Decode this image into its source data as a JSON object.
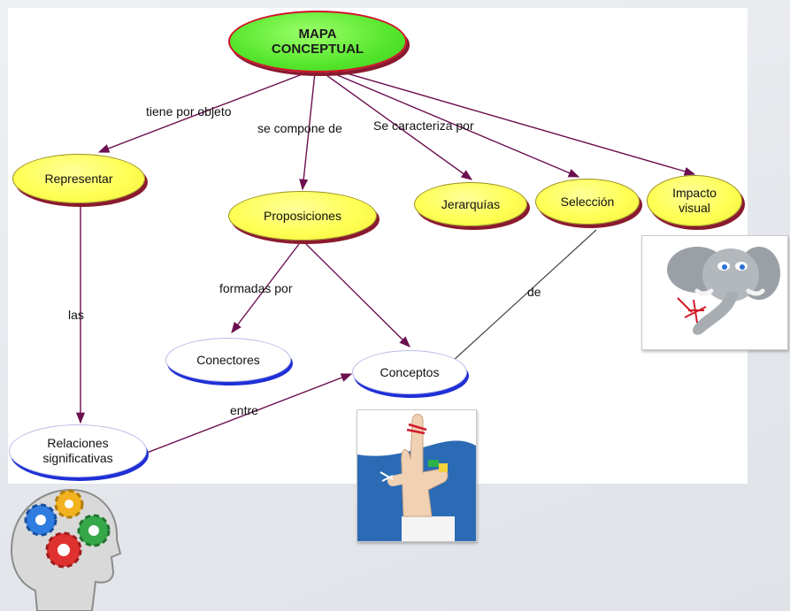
{
  "nodes": {
    "root": "MAPA CONCEPTUAL",
    "representar": "Representar",
    "proposiciones": "Proposiciones",
    "jerarquias": "Jerarquías",
    "seleccion": "Selección",
    "impacto": "Impacto visual",
    "conectores": "Conectores",
    "conceptos": "Conceptos",
    "relaciones": "Relaciones significativas"
  },
  "edge_labels": {
    "tiene": "tiene por objeto",
    "compone": "se compone de",
    "caracteriza": "Se caracteriza por",
    "formadas": "formadas por",
    "de": "de",
    "las": "las",
    "entre": "entre"
  },
  "colors": {
    "yellow_node": "#ffff55",
    "root_node": "#55e62c",
    "arrow": "#6b0f4f",
    "blue_outline": "#1f2fd6"
  },
  "icons": [
    "elephant-with-string-icon",
    "finger-with-string-icon",
    "head-with-gears-icon"
  ]
}
